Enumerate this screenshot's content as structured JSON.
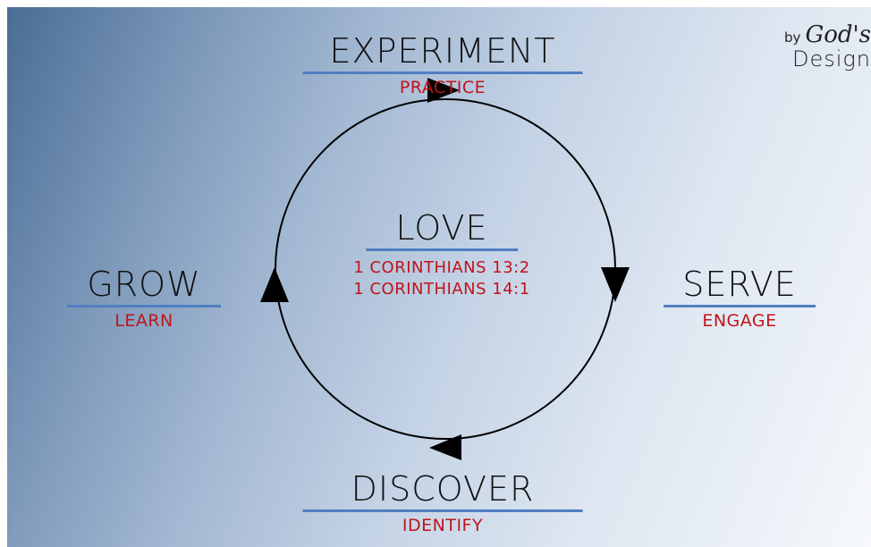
{
  "logo": {
    "by": "by",
    "gods": "God's",
    "design": "Design"
  },
  "center": {
    "title": "LOVE",
    "refs": [
      "1 CORINTHIANS 13:2",
      "1 CORINTHIANS 14:1"
    ]
  },
  "nodes": {
    "top": {
      "title": "EXPERIMENT",
      "subtitle": "PRACTICE"
    },
    "right": {
      "title": "SERVE",
      "subtitle": "ENGAGE"
    },
    "bottom": {
      "title": "DISCOVER",
      "subtitle": "IDENTIFY"
    },
    "left": {
      "title": "GROW",
      "subtitle": "LEARN"
    }
  },
  "colors": {
    "rule": "#4f7fc0",
    "subtitle": "#c0141c",
    "text": "#111111"
  },
  "cycle": {
    "direction": "clockwise",
    "arrows": [
      "top-pointing-right",
      "right-pointing-down",
      "bottom-pointing-left",
      "left-pointing-up"
    ]
  }
}
